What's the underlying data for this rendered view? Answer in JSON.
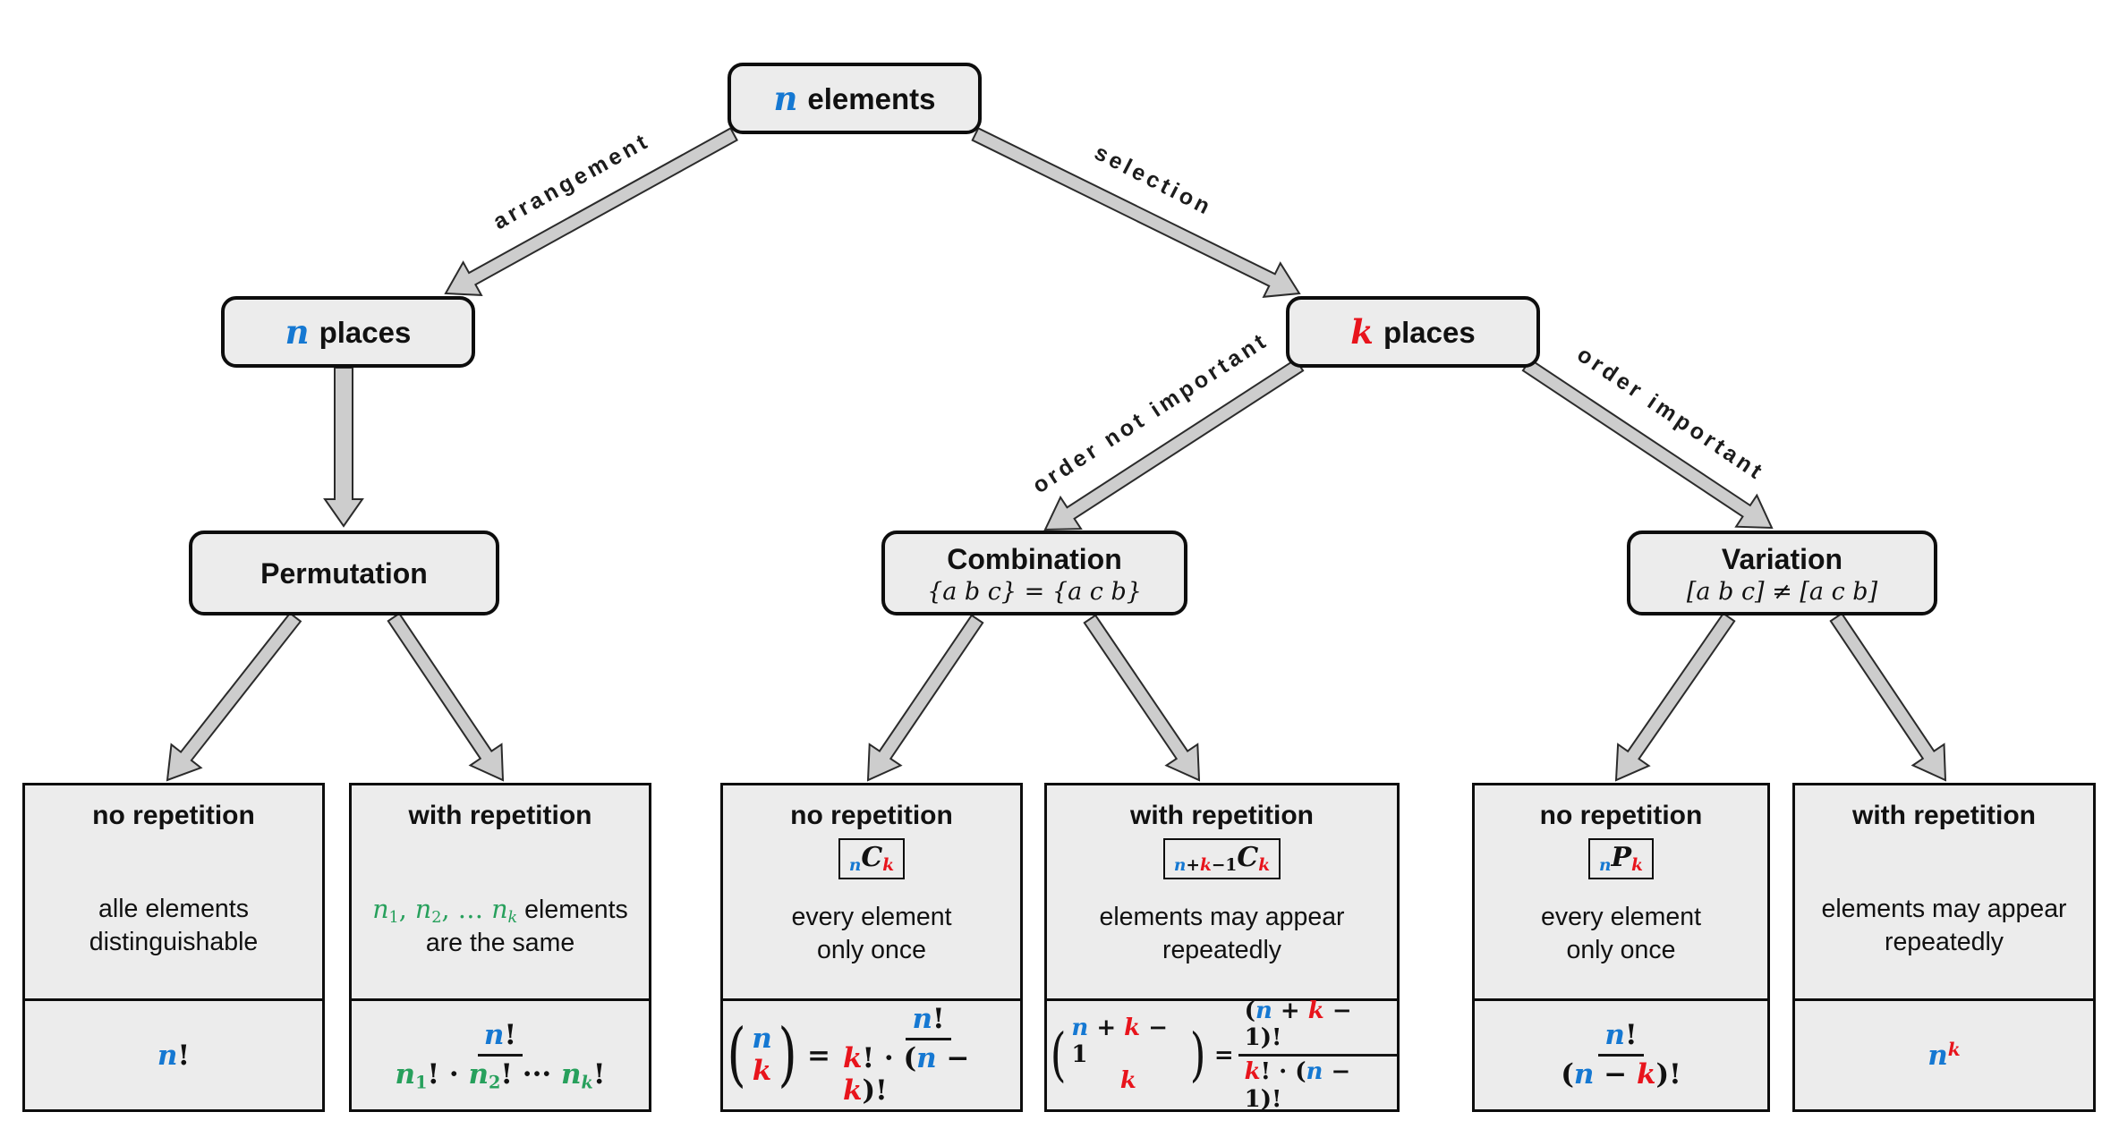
{
  "colors": {
    "blue": "#1578d2",
    "red": "#e8141c",
    "green": "#27a05c"
  },
  "nodes": {
    "root": {
      "var": "n",
      "label": "elements"
    },
    "n_places": {
      "var": "n",
      "label": "places"
    },
    "k_places": {
      "var": "k",
      "label": "places"
    },
    "permutation": {
      "title": "Permutation"
    },
    "combination": {
      "title": "Combination",
      "subtitle": "{a b c} = {a c b}"
    },
    "variation": {
      "title": "Variation",
      "subtitle": "[a b c] ≠ [a c b]"
    }
  },
  "edges": {
    "arrangement": "arrangement",
    "selection": "selection",
    "order_not_important": "order not important",
    "order_important": "order important"
  },
  "leaves": [
    {
      "heading": "no repetition",
      "badge": null,
      "desc": [
        [
          {
            "t": "alle elements"
          }
        ],
        [
          {
            "t": "distinguishable"
          }
        ]
      ],
      "formula": [
        {
          "kind": "tokens",
          "tokens": [
            {
              "t": "n",
              "c": "b",
              "i": true
            },
            {
              "t": "!"
            }
          ]
        }
      ]
    },
    {
      "heading": "with repetition",
      "badge": null,
      "desc": [
        [
          {
            "t": "n",
            "c": "g",
            "i": true
          },
          {
            "t": "1",
            "c": "g",
            "sub": true
          },
          {
            "t": ", ",
            "c": "g"
          },
          {
            "t": "n",
            "c": "g",
            "i": true
          },
          {
            "t": "2",
            "c": "g",
            "sub": true
          },
          {
            "t": ", … ",
            "c": "g"
          },
          {
            "t": "n",
            "c": "g",
            "i": true
          },
          {
            "t": "k",
            "c": "g",
            "i": true,
            "sub": true
          },
          {
            "t": " elements"
          }
        ],
        [
          {
            "t": "are the same"
          }
        ]
      ],
      "formula": [
        {
          "kind": "frac",
          "num": [
            {
              "t": "n",
              "c": "b",
              "i": true
            },
            {
              "t": "!"
            }
          ],
          "den": [
            {
              "t": "n",
              "c": "g",
              "i": true
            },
            {
              "t": "1",
              "c": "g",
              "sub": true
            },
            {
              "t": "! · "
            },
            {
              "t": "n",
              "c": "g",
              "i": true
            },
            {
              "t": "2",
              "c": "g",
              "sub": true
            },
            {
              "t": "! ··· "
            },
            {
              "t": "n",
              "c": "g",
              "i": true
            },
            {
              "t": "k",
              "c": "g",
              "i": true,
              "sub": true
            },
            {
              "t": "!"
            }
          ]
        }
      ]
    },
    {
      "heading": "no repetition",
      "badge": [
        {
          "t": "n",
          "c": "b",
          "i": true,
          "sub": true
        },
        {
          "t": "C",
          "i": true
        },
        {
          "t": "k",
          "c": "r",
          "i": true,
          "sub": true
        }
      ],
      "desc": [
        [
          {
            "t": "every element"
          }
        ],
        [
          {
            "t": "only once"
          }
        ]
      ],
      "formula": [
        {
          "kind": "binom",
          "top": [
            {
              "t": "n",
              "c": "b",
              "i": true
            }
          ],
          "bot": [
            {
              "t": "k",
              "c": "r",
              "i": true
            }
          ]
        },
        {
          "kind": "tokens",
          "tokens": [
            {
              "t": "="
            }
          ]
        },
        {
          "kind": "frac",
          "num": [
            {
              "t": "n",
              "c": "b",
              "i": true
            },
            {
              "t": "!"
            }
          ],
          "den": [
            {
              "t": "k",
              "c": "r",
              "i": true
            },
            {
              "t": "! · ("
            },
            {
              "t": "n",
              "c": "b",
              "i": true
            },
            {
              "t": " − "
            },
            {
              "t": "k",
              "c": "r",
              "i": true
            },
            {
              "t": ")!"
            }
          ]
        }
      ]
    },
    {
      "heading": "with repetition",
      "badge": [
        {
          "t": "n",
          "c": "b",
          "i": true,
          "sub": true
        },
        {
          "t": "+",
          "sub": true
        },
        {
          "t": "k",
          "c": "r",
          "i": true,
          "sub": true
        },
        {
          "t": "−1",
          "sub": true
        },
        {
          "t": "C",
          "i": true
        },
        {
          "t": "k",
          "c": "r",
          "i": true,
          "sub": true
        }
      ],
      "desc": [
        [
          {
            "t": "elements may appear"
          }
        ],
        [
          {
            "t": "repeatedly"
          }
        ]
      ],
      "formula": [
        {
          "kind": "binom",
          "top": [
            {
              "t": "n",
              "c": "b",
              "i": true
            },
            {
              "t": " + "
            },
            {
              "t": "k",
              "c": "r",
              "i": true
            },
            {
              "t": " − 1"
            }
          ],
          "bot": [
            {
              "t": "k",
              "c": "r",
              "i": true
            }
          ]
        },
        {
          "kind": "tokens",
          "tokens": [
            {
              "t": "="
            }
          ]
        },
        {
          "kind": "frac",
          "num": [
            {
              "t": "("
            },
            {
              "t": "n",
              "c": "b",
              "i": true
            },
            {
              "t": " + "
            },
            {
              "t": "k",
              "c": "r",
              "i": true
            },
            {
              "t": " − 1)!"
            }
          ],
          "den": [
            {
              "t": "k",
              "c": "r",
              "i": true
            },
            {
              "t": "! · ("
            },
            {
              "t": "n",
              "c": "b",
              "i": true
            },
            {
              "t": " − 1)!"
            }
          ]
        }
      ]
    },
    {
      "heading": "no repetition",
      "badge": [
        {
          "t": "n",
          "c": "b",
          "i": true,
          "sub": true
        },
        {
          "t": "P",
          "i": true
        },
        {
          "t": "k",
          "c": "r",
          "i": true,
          "sub": true
        }
      ],
      "desc": [
        [
          {
            "t": "every element"
          }
        ],
        [
          {
            "t": "only once"
          }
        ]
      ],
      "formula": [
        {
          "kind": "frac",
          "num": [
            {
              "t": "n",
              "c": "b",
              "i": true
            },
            {
              "t": "!"
            }
          ],
          "den": [
            {
              "t": "("
            },
            {
              "t": "n",
              "c": "b",
              "i": true
            },
            {
              "t": " − "
            },
            {
              "t": "k",
              "c": "r",
              "i": true
            },
            {
              "t": ")!"
            }
          ]
        }
      ]
    },
    {
      "heading": "with repetition",
      "badge": null,
      "desc": [
        [
          {
            "t": "elements may appear"
          }
        ],
        [
          {
            "t": "repeatedly"
          }
        ]
      ],
      "formula": [
        {
          "kind": "tokens",
          "tokens": [
            {
              "t": "n",
              "c": "b",
              "i": true
            },
            {
              "t": "k",
              "c": "r",
              "i": true,
              "sup": true
            }
          ]
        }
      ]
    }
  ]
}
